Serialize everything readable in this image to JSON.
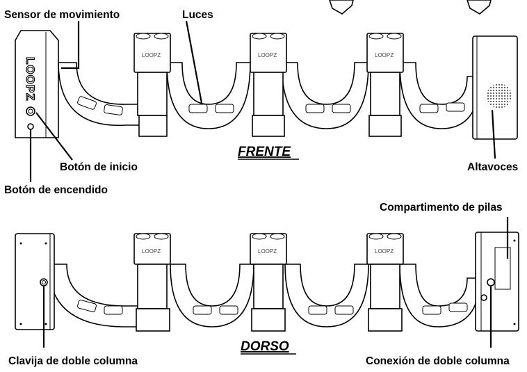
{
  "front": {
    "title": "FRENTE",
    "labels": {
      "motion_sensor": "Sensor de movimiento",
      "lights": "Luces",
      "start_button": "Botón de inicio",
      "power_button": "Botón de encendido",
      "speakers": "Altavoces"
    },
    "brand": "LOOPZ"
  },
  "back": {
    "title": "DORSO",
    "labels": {
      "battery_compartment": "Compartimento de pilas",
      "double_column_plug": "Clavija de doble columna",
      "double_column_connection": "Conexión de doble columna"
    }
  }
}
